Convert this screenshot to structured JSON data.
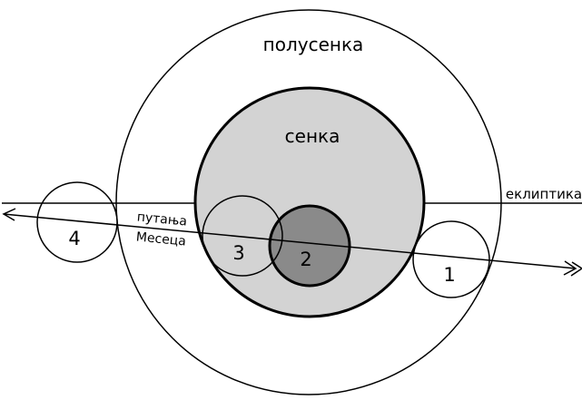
{
  "labels": {
    "penumbra": "полусенка",
    "umbra": "сенка",
    "ecliptic": "еклиптика",
    "moon_path_line1": "путања",
    "moon_path_line2": "Месеца"
  },
  "moon_positions": [
    "1",
    "2",
    "3",
    "4"
  ],
  "colors": {
    "background": "#ffffff",
    "penumbra_fill": "#ffffff",
    "umbra_fill": "#d3d3d3",
    "moon_in_umbra_fill": "#8a8a8a",
    "stroke": "#000000"
  }
}
